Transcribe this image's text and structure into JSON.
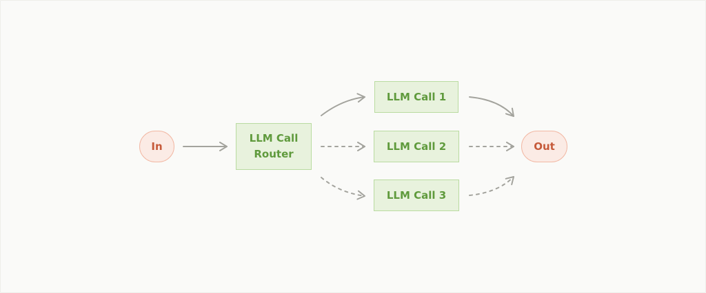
{
  "diagram": {
    "input": {
      "label": "In"
    },
    "router": {
      "line1": "LLM Call",
      "line2": "Router"
    },
    "calls": [
      {
        "label": "LLM Call 1"
      },
      {
        "label": "LLM Call 2"
      },
      {
        "label": "LLM Call 3"
      }
    ],
    "output": {
      "label": "Out"
    }
  },
  "colors": {
    "terminal_fill": "#fbebe5",
    "terminal_border": "#f2b8a4",
    "terminal_text": "#c65a3a",
    "box_fill": "#e8f2dd",
    "box_border": "#b9dba0",
    "box_text": "#5f9a3c",
    "arrow": "#a3a39d",
    "background": "#fafaf8"
  }
}
